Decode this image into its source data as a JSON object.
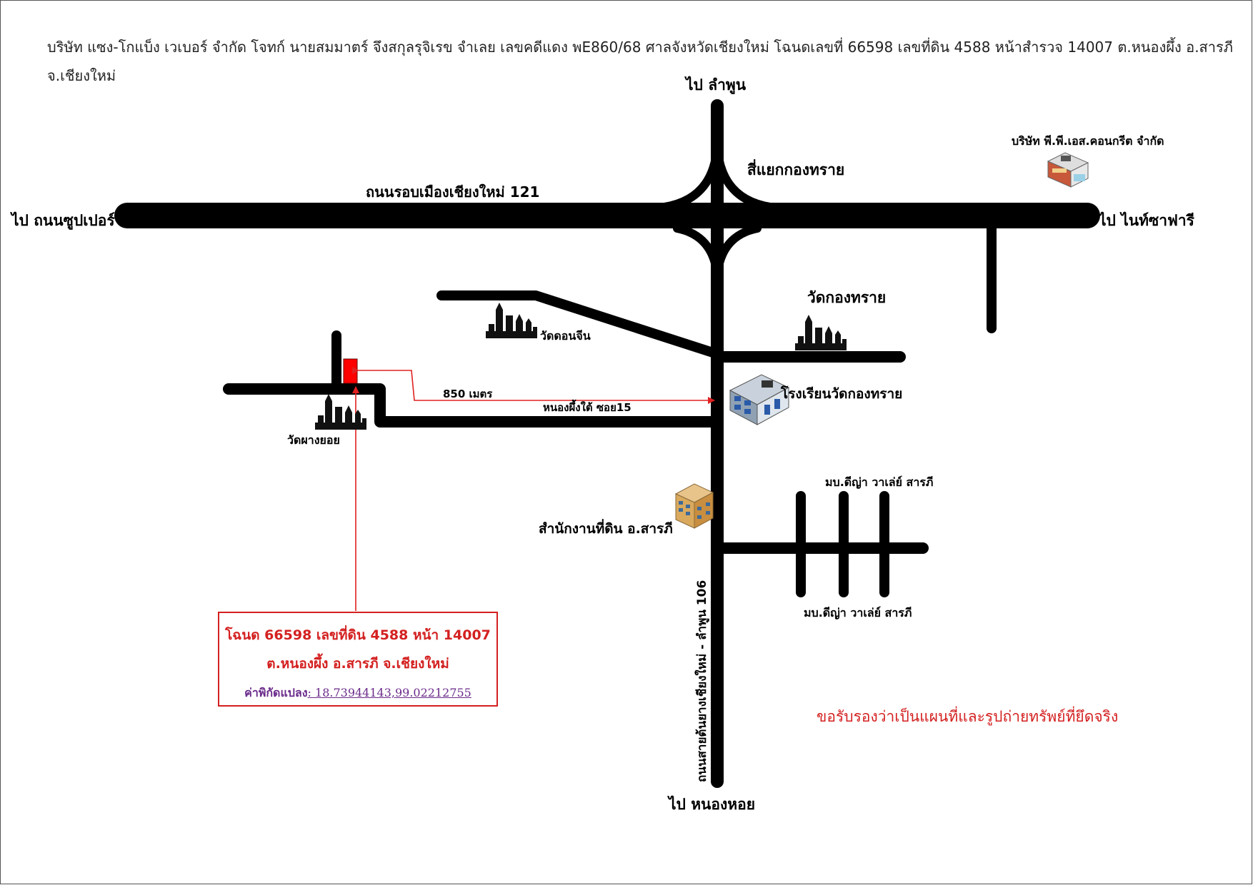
{
  "header": {
    "text": "บริษัท แซง-โกแบ็ง เวเบอร์ จำกัด  โจทก์  นายสมมาตร์ จึงสกุลรุจิเรข  จำเลย  เลขคดีแดง พE860/68  ศาลจังหวัดเชียงใหม่  โฉนดเลขที่ 66598 เลขที่ดิน 4588 หน้าสำรวจ 14007 ต.หนองผึ้ง อ.สารภี จ.เชียงใหม่"
  },
  "labels": {
    "to_lamphun": "ไป ลำพูน",
    "to_nong_hoi": "ไป หนองหอย",
    "to_super": "ไป ถนนซูปเปอร์",
    "to_night_safari": "ไป ไนท์ซาฟารี",
    "ring_road": "ถนนรอบเมืองเชียงใหม่ 121",
    "intersection": "สี่แยกกองทราย",
    "pps_company": "บริษัท พี.พี.เอส.คอนกรีต จำกัด",
    "wat_kong_sai": "วัดกองทราย",
    "wat_don_chin": "วัดดอนจีน",
    "wat_pha_yang_yoi": "วัดผางยอย",
    "school": "โรงเรียนวัดกองทราย",
    "distance": "850 เมตร",
    "soi": "หนองผึ้งใต้ ซอย15",
    "land_office": "สำนักงานที่ดิน อ.สารภี",
    "village_top": "มบ.ดีญ่า วาเล่ย์ สารภี",
    "village_bottom": "มบ.ดีญ่า วาเล่ย์ สารภี",
    "main_road": "ถนนสายต้นยางเชียงใหม่ - ลำพูน 106"
  },
  "infobox": {
    "line1": "โฉนด 66598  เลขที่ดิน 4588 หน้า 14007",
    "line2": "ต.หนองผึ้ง  อ.สารภี  จ.เชียงใหม่",
    "coord_label": "ค่าพิกัดแปลง",
    "coord_value": ": 18.73944143,99.02212755"
  },
  "certification": "ขอรับรองว่าเป็นแผนที่และรูปถ่ายทรัพย์ที่ยึดจริง",
  "colors": {
    "road": "#000000",
    "marker": "#ff0000",
    "arrow": "#e02020",
    "text_red": "#d42020",
    "text_purple": "#6a2a8a"
  },
  "icons": [
    "temple-icon",
    "school-building-icon",
    "office-building-icon",
    "shop-building-icon"
  ]
}
